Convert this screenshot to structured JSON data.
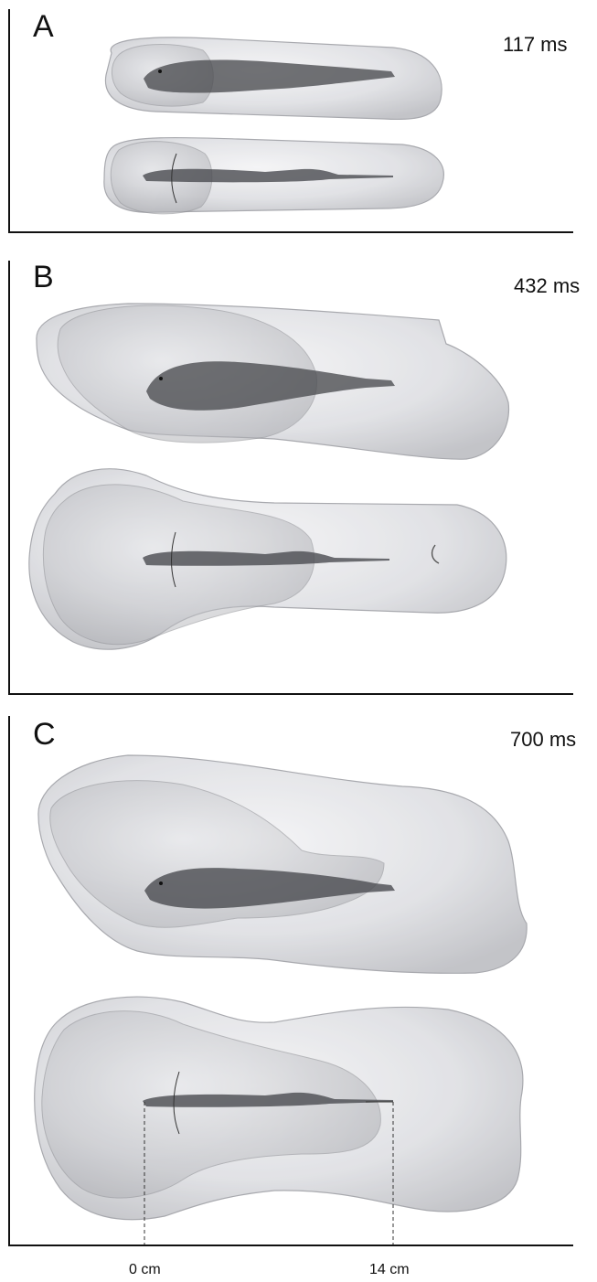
{
  "panels": [
    {
      "letter": "A",
      "time": "117 ms"
    },
    {
      "letter": "B",
      "time": "432 ms"
    },
    {
      "letter": "C",
      "time": "700 ms"
    }
  ],
  "scale": {
    "start_label": "0 cm",
    "end_label": "14 cm"
  },
  "colors": {
    "axis": "#111111",
    "volume_fill": "#d7d8dc",
    "volume_stroke": "#9a9ba1",
    "fish": "#4a4b50"
  }
}
